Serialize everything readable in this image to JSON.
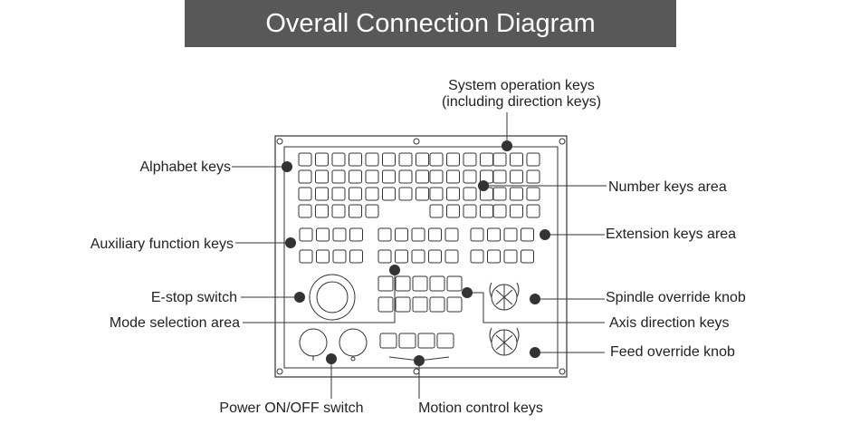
{
  "title": "Overall Connection Diagram",
  "labels": {
    "system_keys_line1": "System operation keys",
    "system_keys_line2": "(including direction keys)",
    "alphabet_keys": "Alphabet keys",
    "number_keys": "Number keys area",
    "auxiliary_keys": "Auxiliary function keys",
    "extension_keys": "Extension keys area",
    "estop": "E-stop switch",
    "spindle_knob": "Spindle override knob",
    "mode_selection": "Mode selection area",
    "axis_direction": "Axis direction keys",
    "feed_knob": "Feed override knob",
    "power_switch": "Power ON/OFF switch",
    "motion_keys": "Motion control keys"
  },
  "colors": {
    "header_bg": "#585858",
    "header_text": "#ffffff",
    "line": "#333333"
  }
}
